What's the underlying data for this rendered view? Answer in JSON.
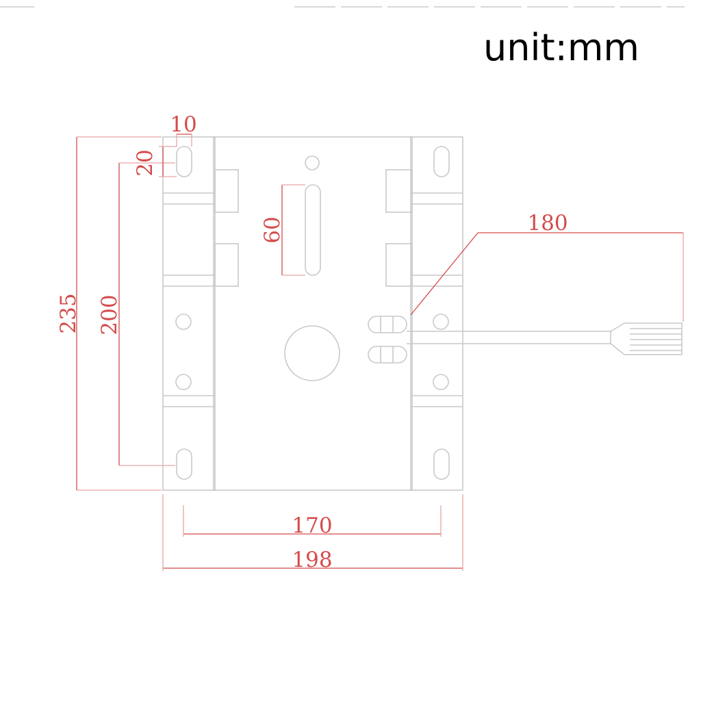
{
  "unit_label": "unit:mm",
  "colors": {
    "outline": "#c9c9c9",
    "dimension": "#d44a4a",
    "text": "#000000"
  },
  "dimensions": {
    "overall_height": "235",
    "hole_span_height": "200",
    "slot_width": "10",
    "slot_length": "20",
    "center_slot_length": "60",
    "lever_length": "180",
    "hole_span_width": "170",
    "overall_width": "198"
  }
}
